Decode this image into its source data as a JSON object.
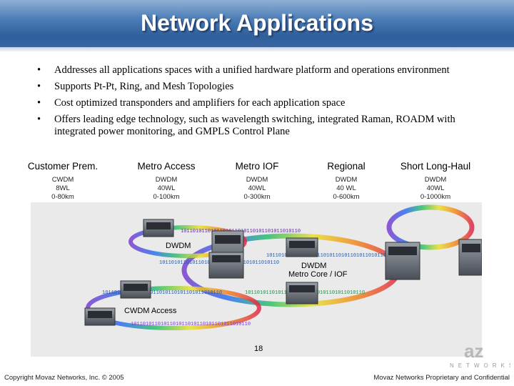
{
  "title": "Network Applications",
  "bullets": [
    "Addresses all applications spaces with a unified hardware platform and operations environment",
    "Supports Pt-Pt, Ring, and Mesh Topologies",
    "Cost optimized transponders and amplifiers for each application space",
    "Offers leading edge technology, such as wavelength switching, integrated Raman, ROADM with integrated power monitoring, and GMPLS Control Plane"
  ],
  "segments": [
    {
      "name": "Customer Prem.",
      "line1": "CWDM",
      "line2": "8WL",
      "line3": "0-80km"
    },
    {
      "name": "Metro Access",
      "line1": "DWDM",
      "line2": "40WL",
      "line3": "0-100km"
    },
    {
      "name": "Metro IOF",
      "line1": "DWDM",
      "line2": "40WL",
      "line3": "0-300km"
    },
    {
      "name": "Regional",
      "line1": "DWDM",
      "line2": "40 WL",
      "line3": "0-600km"
    },
    {
      "name": "Short Long-Haul",
      "line1": "DWDM",
      "line2": "40WL",
      "line3": "0-1000km"
    }
  ],
  "diagram": {
    "label_dwdm": "DWDM",
    "label_core_1": "DWDM",
    "label_core_2": "Metro Core / IOF",
    "label_cwdm": "CWDM Access",
    "ring_bits": "1011010110101101011010110101101011010110"
  },
  "page_number": "18",
  "footer_left": "Copyright Movaz Networks, Inc. © 2005",
  "footer_right": "Movaz Networks Proprietary and Confidential",
  "logo_text": "NETWORKS",
  "logo_mark": "az"
}
